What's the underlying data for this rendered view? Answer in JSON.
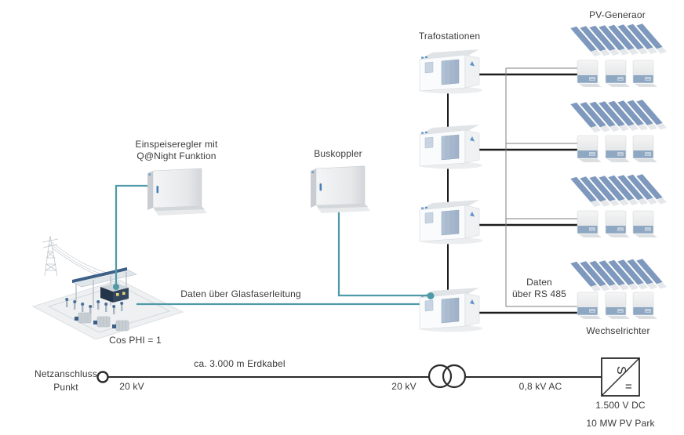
{
  "colors": {
    "fiber_line": "#4f9aa8",
    "power_line": "#1b1b1b",
    "data_line": "#7a7d80",
    "panel_blue": "#7e99bd",
    "inverter_band": "#8ea7c2",
    "circuit_line": "#2a2a2a",
    "text": "#3a3a3a"
  },
  "counts": {
    "trafostationen": 4,
    "inverter_groups": 4,
    "inverters_per_group": 3,
    "pv_stripes_per_array": 8
  },
  "top": {
    "pv_generator_label": "PV-Generaor",
    "trafostationen_label": "Trafostationen"
  },
  "controllers": {
    "einspeiseregler_label_line1": "Einspeiseregler mit",
    "einspeiseregler_label_line2": "Q@Night Funktion",
    "buskoppler_label": "Buskoppler"
  },
  "data_links": {
    "glasfaser_label": "Daten über Glasfaserleitung",
    "rs485_label_line1": "Daten",
    "rs485_label_line2": "über RS 485"
  },
  "substation": {
    "cos_phi_label": "Cos PHI = 1"
  },
  "inverters": {
    "wechselrichter_label": "Wechselrichter"
  },
  "powerline": {
    "netzanschluss_label_line1": "Netzanschluss",
    "netzanschluss_label_line2": "Punkt",
    "kv_left": "20 kV",
    "erdkabel_label": "ca. 3.000 m Erdkabel",
    "kv_mid": "20 kV",
    "kv_ac": "0,8 kV AC",
    "dc_label": "1.500 V DC",
    "park_label": "10 MW PV Park",
    "inverter_ac_glyph": "S",
    "inverter_dc_glyph": "="
  }
}
